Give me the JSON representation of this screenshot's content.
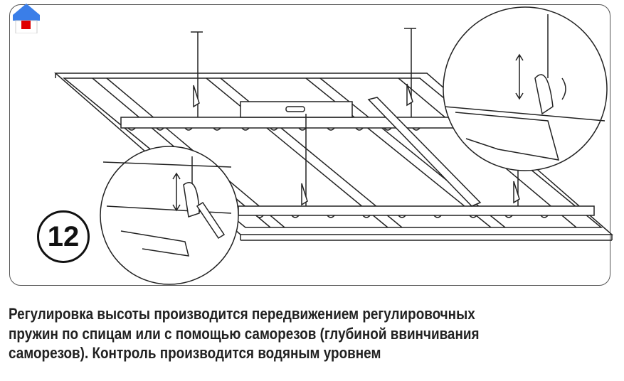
{
  "step_number": "12",
  "caption": {
    "line1": "Регулировка высоты производится передвижением регулировочных",
    "line2": "пружин по спицам или с помощью саморезов (глубиной ввинчивания",
    "line3": "саморезов). Контроль производится водяным уровнем"
  },
  "colors": {
    "home_roof": "#3a7ee8",
    "home_door": "#e00000",
    "line": "#222222"
  },
  "icons": [
    "home-icon"
  ]
}
